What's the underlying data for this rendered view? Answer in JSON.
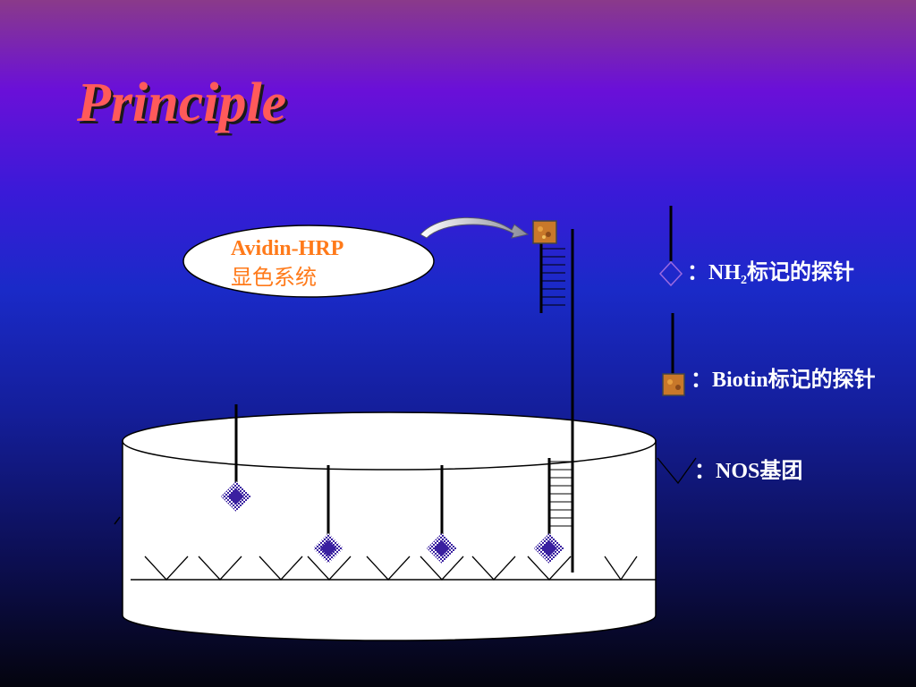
{
  "title": "Principle",
  "callout": {
    "line1": "Avidin-HRP",
    "line2": "显色系统"
  },
  "legend": {
    "nh2_prefix": "：NH",
    "nh2_sub": "2",
    "nh2_suffix": "标记的探针",
    "biotin": "：Biotin标记的探针",
    "nos": "：NOS基团"
  },
  "colors": {
    "title": "#ff5a5a",
    "callout_text": "#ff7a1a",
    "probe_fill": "#3a20a0",
    "biotin_fill": "#c8782a",
    "legend_text": "#ffffff"
  }
}
